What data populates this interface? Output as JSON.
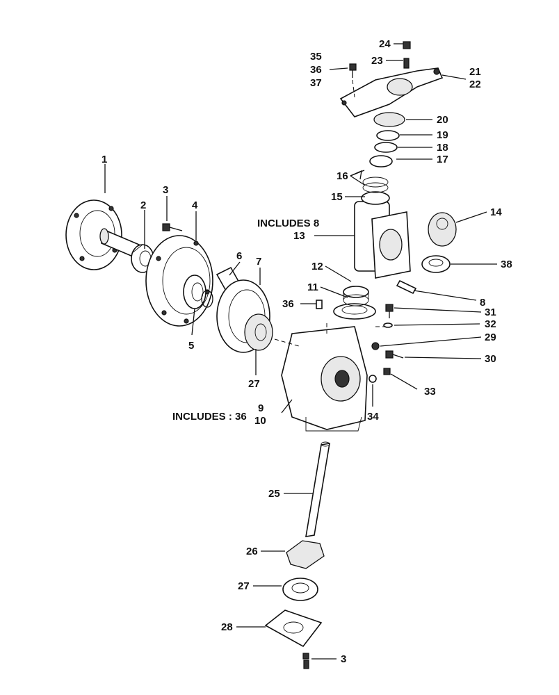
{
  "callouts": [
    {
      "id": "c1",
      "text": "1"
    },
    {
      "id": "c2",
      "text": "2"
    },
    {
      "id": "c3a",
      "text": "3"
    },
    {
      "id": "c4",
      "text": "4"
    },
    {
      "id": "c5",
      "text": "5"
    },
    {
      "id": "c6",
      "text": "6"
    },
    {
      "id": "c7",
      "text": "7"
    },
    {
      "id": "c8",
      "text": "8"
    },
    {
      "id": "c9",
      "text": "9"
    },
    {
      "id": "c10",
      "text": "10"
    },
    {
      "id": "c11",
      "text": "11"
    },
    {
      "id": "c12",
      "text": "12"
    },
    {
      "id": "c13",
      "text": "13"
    },
    {
      "id": "c14",
      "text": "14"
    },
    {
      "id": "c15",
      "text": "15"
    },
    {
      "id": "c16",
      "text": "16"
    },
    {
      "id": "c17",
      "text": "17"
    },
    {
      "id": "c18",
      "text": "18"
    },
    {
      "id": "c19",
      "text": "19"
    },
    {
      "id": "c20",
      "text": "20"
    },
    {
      "id": "c21",
      "text": "21"
    },
    {
      "id": "c22",
      "text": "22"
    },
    {
      "id": "c23",
      "text": "23"
    },
    {
      "id": "c24",
      "text": "24"
    },
    {
      "id": "c25",
      "text": "25"
    },
    {
      "id": "c26",
      "text": "26"
    },
    {
      "id": "c27a",
      "text": "27"
    },
    {
      "id": "c27b",
      "text": "27"
    },
    {
      "id": "c28",
      "text": "28"
    },
    {
      "id": "c29",
      "text": "29"
    },
    {
      "id": "c30",
      "text": "30"
    },
    {
      "id": "c31",
      "text": "31"
    },
    {
      "id": "c32",
      "text": "32"
    },
    {
      "id": "c33",
      "text": "33"
    },
    {
      "id": "c34",
      "text": "34"
    },
    {
      "id": "c35",
      "text": "35"
    },
    {
      "id": "c36a",
      "text": "36"
    },
    {
      "id": "c36b",
      "text": "36"
    },
    {
      "id": "c37",
      "text": "37"
    },
    {
      "id": "c38",
      "text": "38"
    },
    {
      "id": "c3b",
      "text": "3"
    }
  ],
  "notes": {
    "includes_8": "INCLUDES 8",
    "includes_36": "INCLUDES : 36"
  }
}
